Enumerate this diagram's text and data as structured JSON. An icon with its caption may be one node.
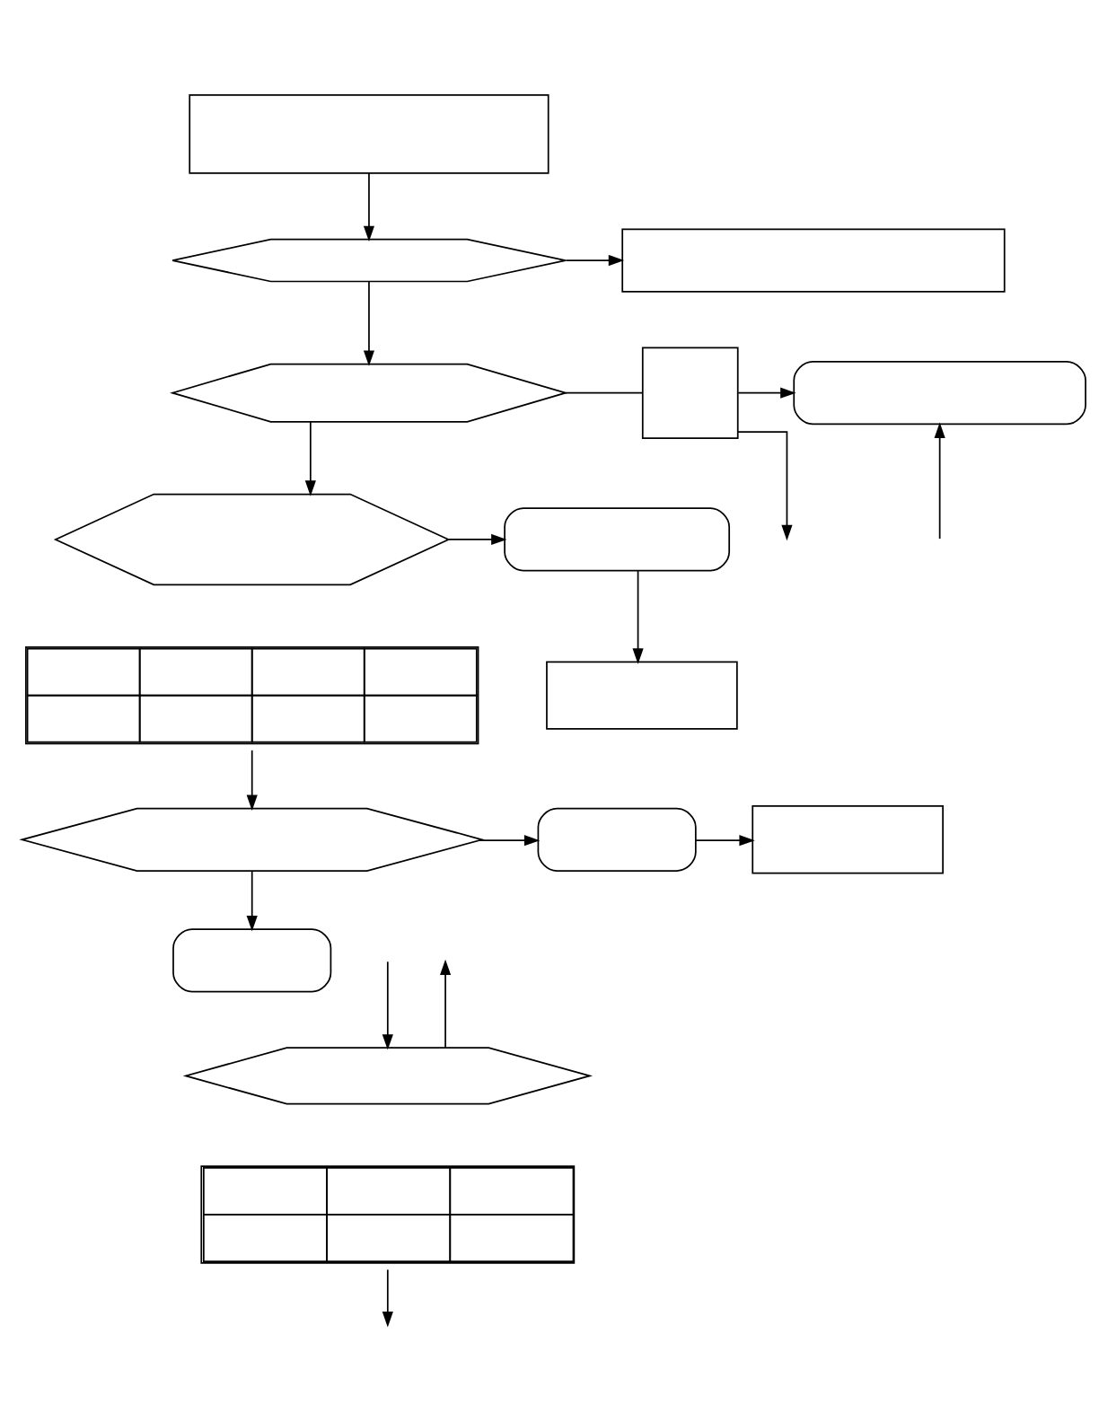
{
  "diagram": {
    "nodes": [
      {
        "text": [],
        "shape": "box"
      },
      {
        "text": [],
        "shape": "hexagon"
      },
      {
        "text": [],
        "shape": "box"
      },
      {
        "text": [],
        "shape": "hexagon"
      },
      {
        "text": [],
        "shape": "box"
      },
      {
        "text": [],
        "shape": "box"
      },
      {
        "text": [],
        "shape": "hexagon"
      },
      {
        "text": [],
        "shape": "table"
      },
      {
        "text": [],
        "shape": "box"
      },
      {
        "text": [],
        "shape": "box"
      },
      {
        "text": [],
        "shape": "hexagon"
      },
      {
        "text": [],
        "shape": "box"
      },
      {
        "text": [],
        "shape": "box"
      },
      {
        "text": [],
        "shape": "box"
      },
      {
        "text": [],
        "shape": "hexagon"
      },
      {
        "text": [],
        "shape": "table"
      }
    ],
    "edges": [
      {
        "from": 0,
        "to": 1,
        "arrow": "to"
      },
      {
        "from": 1,
        "to": 2,
        "arrow": "to"
      },
      {
        "from": 1,
        "to": 3,
        "arrow": "to"
      },
      {
        "from": 3,
        "to": 4,
        "arrow": "none"
      },
      {
        "from": 4,
        "to": 5,
        "arrow": "to"
      },
      {
        "from": 4,
        "to": null,
        "arrow": "to"
      },
      {
        "from": null,
        "to": 5,
        "arrow": "to"
      },
      {
        "from": 3,
        "to": 6,
        "arrow": "to"
      },
      {
        "from": 6,
        "to": 8,
        "arrow": "to"
      },
      {
        "from": 8,
        "to": 9,
        "arrow": "to"
      },
      {
        "from": 7,
        "to": 10,
        "arrow": "to"
      },
      {
        "from": 10,
        "to": 11,
        "arrow": "to"
      },
      {
        "from": 11,
        "to": 12,
        "arrow": "to"
      },
      {
        "from": 10,
        "to": 13,
        "arrow": "to"
      },
      {
        "from": null,
        "to": 14,
        "arrow": "to"
      },
      {
        "from": 14,
        "to": null,
        "arrow": "to"
      },
      {
        "from": 15,
        "to": null,
        "arrow": "to"
      }
    ]
  }
}
